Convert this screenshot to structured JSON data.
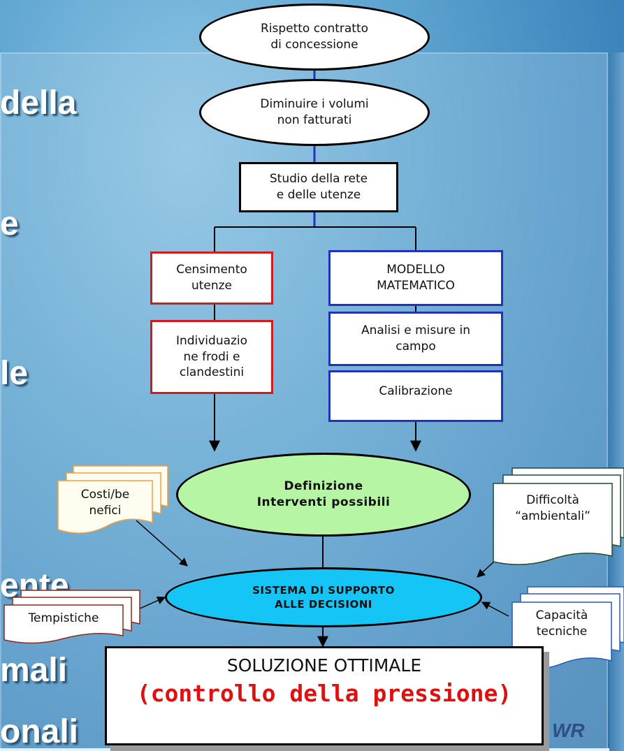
{
  "background_words": [
    "della",
    "e",
    "le",
    "ente",
    "mali",
    "onali"
  ],
  "nodes": {
    "n1": "Rispetto contratto\ndi concessione",
    "n2": "Diminuire i volumi\nnon fatturati",
    "n3": "Studio della rete\ne delle utenze",
    "red1": "Censimento\nutenze",
    "red2": "Individuazio\nne frodi e\nclandestini",
    "blue1": "MODELLO\nMATEMATICO",
    "blue2": "Analisi e misure in\ncampo",
    "blue3": "Calibrazione",
    "green": "Definizione\nInterventi possibili",
    "dss": "SISTEMA DI SUPPORTO\nALLE DECISIONI"
  },
  "documents": {
    "costi": "Costi/be\nnefici",
    "tempistiche": "Tempistiche",
    "difficolta": "Difficoltà\n“ambientali”",
    "capacita": "Capacità\ntecniche"
  },
  "result": {
    "line1": "SOLUZIONE OTTIMALE",
    "line2": "(controllo della pressione)"
  },
  "colors": {
    "green_fill": "#b6f5a4",
    "cyan_fill": "#15c5f5",
    "red_border": "#d21b1b",
    "blue_border": "#2233bb",
    "result_red": "#e01010"
  },
  "logo_text": "WR"
}
